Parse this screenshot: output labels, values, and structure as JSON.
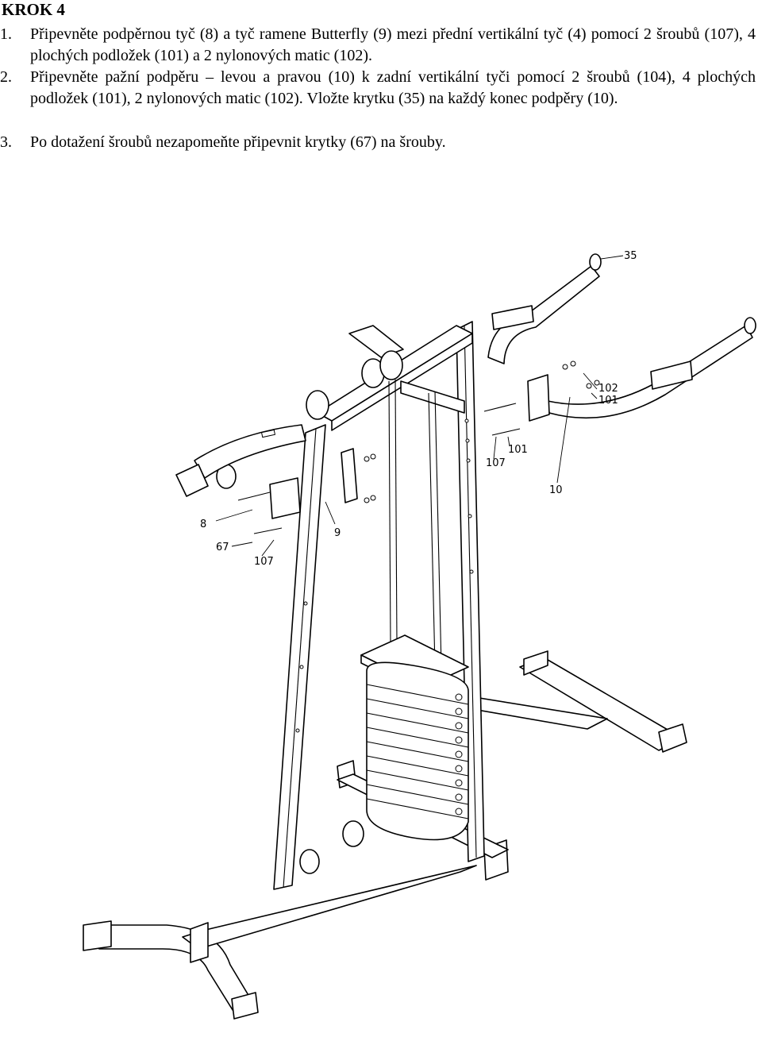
{
  "header": {
    "title": "KROK 4"
  },
  "steps": [
    {
      "number": "1.",
      "text": "Připevněte podpěrnou tyč (8) a tyč ramene Butterfly (9) mezi přední vertikální tyč (4) pomocí 2 šroubů (107), 4 plochých podložek (101) a 2 nylonových matic (102)."
    },
    {
      "number": "2.",
      "text": "Připevněte pažní podpěru – levou a pravou (10) k zadní vertikální tyči pomocí 2 šroubů (104), 4 plochých podložek (101), 2 nylonových matic (102). Vložte krytku (35) na každý konec podpěry (10)."
    },
    {
      "number": "3.",
      "text": "Po dotažení šroubů nezapomeňte připevnit krytky (67) na šrouby."
    }
  ],
  "diagram": {
    "callouts": {
      "c35": "35",
      "c102": "102",
      "c101a": "101",
      "c107a": "107",
      "c101b": "101",
      "c10": "10",
      "c8": "8",
      "c9": "9",
      "c67": "67",
      "c107b": "107"
    }
  }
}
